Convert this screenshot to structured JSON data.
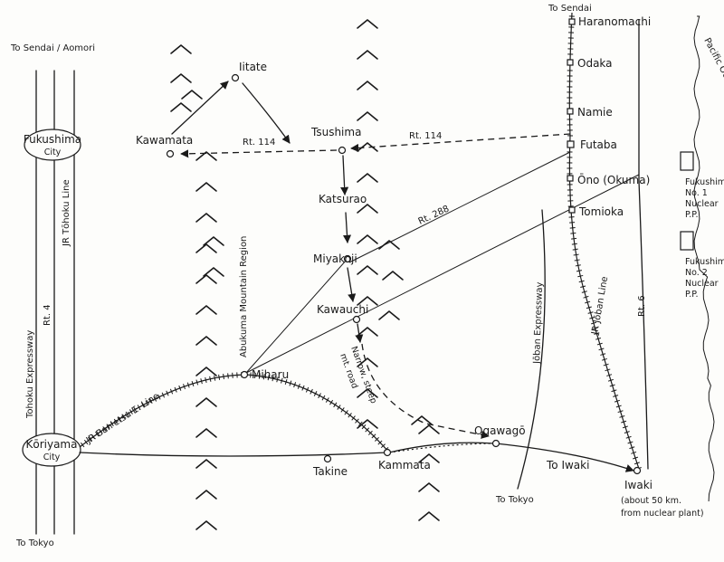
{
  "edges": {
    "top_left": "To Sendai / Aomori",
    "bottom_left": "To Tokyo",
    "top_right": "To Sendai",
    "bottom_mid": "To Tokyo"
  },
  "cities": {
    "fukushima": [
      "Fukushima",
      "City"
    ],
    "koriyama": [
      "Kōriyama",
      "City"
    ]
  },
  "places": {
    "iitate": "Iitate",
    "kawamata": "Kawamata",
    "tsushima": "Tsushima",
    "katsurao": "Katsurao",
    "miyakoji": "Miyakoji",
    "kawauchi": "Kawauchi",
    "miharu": "Miharu",
    "takine": "Takine",
    "kammata": "Kammata",
    "ogawago": "Ogawagō",
    "to_iwaki": "To Iwaki",
    "iwaki": "Iwaki",
    "iwaki_note": [
      "(about 50 km.",
      "from nuclear plant)"
    ],
    "haranomachi": "Haranomachi",
    "odaka": "Odaka",
    "namie": "Namie",
    "futaba": "Futaba",
    "ono": "Ōno (Okuma)",
    "tomioka": "Tomioka"
  },
  "routes": {
    "rt4": "Rt. 4",
    "tohoku_expressway": "Tohoku Expressway",
    "jr_tohoku": "JR Tōhoku Line",
    "rt114_left": "Rt. 114",
    "rt114_right": "Rt. 114",
    "rt288": "Rt. 288",
    "banetsu": "JR Ban'etsu E. Line",
    "abukuma": "Abukuma Mountain Region",
    "steep_road": [
      "Narrow, steep",
      "mt. road"
    ],
    "joban_expressway": "Jōban Expressway",
    "jr_joban": "JR Jōban Line",
    "rt6": "Rt. 6"
  },
  "coast": {
    "ocean": "Pacific Ocean",
    "plant1": [
      "Fukushima",
      "No. 1",
      "Nuclear",
      "P.P."
    ],
    "plant2": [
      "Fukushima",
      "No. 2",
      "Nuclear",
      "P.P."
    ]
  }
}
